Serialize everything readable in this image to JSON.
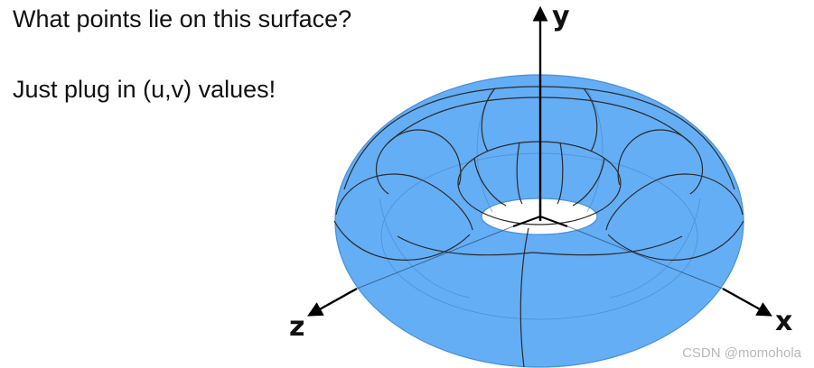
{
  "text": {
    "line1": "What points lie on this surface?",
    "line2": "Just plug in (u,v) values!"
  },
  "axes": {
    "x_label": "x",
    "y_label": "y",
    "z_label": "z"
  },
  "surface": {
    "shape": "torus",
    "color": "#64aef5",
    "mesh_color": "#2a2a2a"
  },
  "watermark": "CSDN @momohola"
}
